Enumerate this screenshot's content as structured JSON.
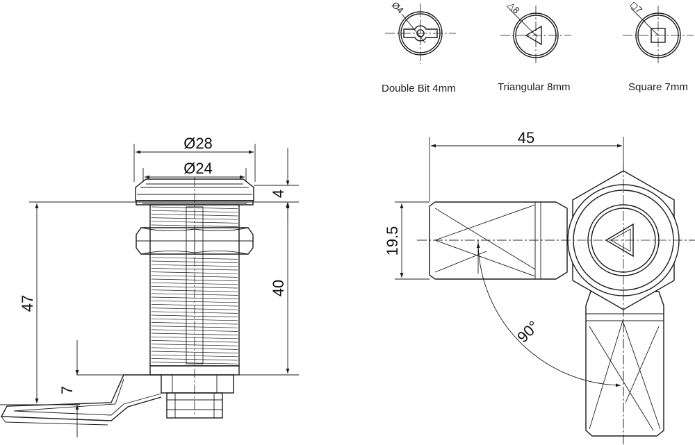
{
  "key_types": [
    {
      "name": "Double Bit 4mm",
      "symbol": "Ø4"
    },
    {
      "name": "Triangular 8mm",
      "symbol": "△8"
    },
    {
      "name": "Square 7mm",
      "symbol": "◻7"
    }
  ],
  "side_view": {
    "dims": {
      "outer_diameter": "Ø28",
      "inner_diameter": "Ø24",
      "flange": "4",
      "body": "40",
      "total": "47",
      "cam": "7"
    }
  },
  "front_view": {
    "dims": {
      "cam_length": "45",
      "cam_width": "19.5",
      "rotation": "90°"
    }
  }
}
